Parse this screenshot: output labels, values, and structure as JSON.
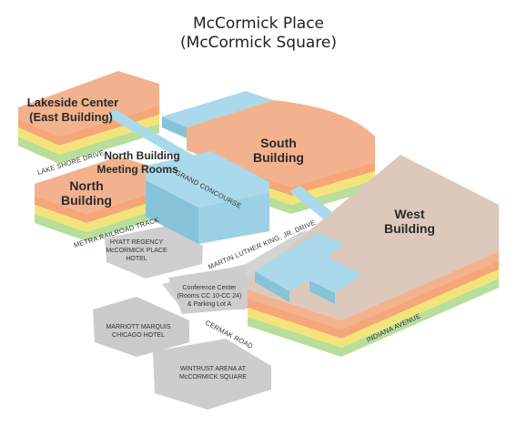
{
  "title": {
    "line1": "McCormick Place",
    "line2": "(McCormick Square)"
  },
  "buildings": {
    "lakeside": {
      "line1": "Lakeside Center",
      "line2": "(East Building)"
    },
    "north_meeting": {
      "line1": "North Building",
      "line2": "Meeting Rooms"
    },
    "north": {
      "line1": "North",
      "line2": "Building"
    },
    "south": {
      "line1": "South",
      "line2": "Building"
    },
    "west": {
      "line1": "West",
      "line2": "Building"
    },
    "concourse": "GRAND CONCOURSE",
    "hyatt": {
      "line1": "HYATT REGENCY",
      "line2": "McCORMICK PLACE",
      "line3": "HOTEL"
    },
    "conference": {
      "line1": "Conference Center",
      "line2": "(Rooms CC 10-CC 24)",
      "line3": "& Parking Lot A"
    },
    "marriott": {
      "line1": "MARRIOTT MARQUIS",
      "line2": "CHICAGO HOTEL"
    },
    "wintrust": {
      "line1": "WINTRUST ARENA AT",
      "line2": "McCORMICK SQUARE"
    }
  },
  "streets": {
    "lake_shore": "LAKE SHORE DRIVE",
    "metra": "METRA RAILROAD TRACK",
    "mlk": "MARTIN LUTHER KING, JR. DRIVE",
    "cermak": "CERMAK ROAD",
    "indiana": "INDIANA AVENUE"
  },
  "colors": {
    "roof": "#f3b28e",
    "orange": "#f5a778",
    "yellow": "#f3e47a",
    "green": "#b9dd9a",
    "concourse": "#a9d9ea",
    "west_roof": "#ddc9bb",
    "gray": "#d0d0d0"
  }
}
